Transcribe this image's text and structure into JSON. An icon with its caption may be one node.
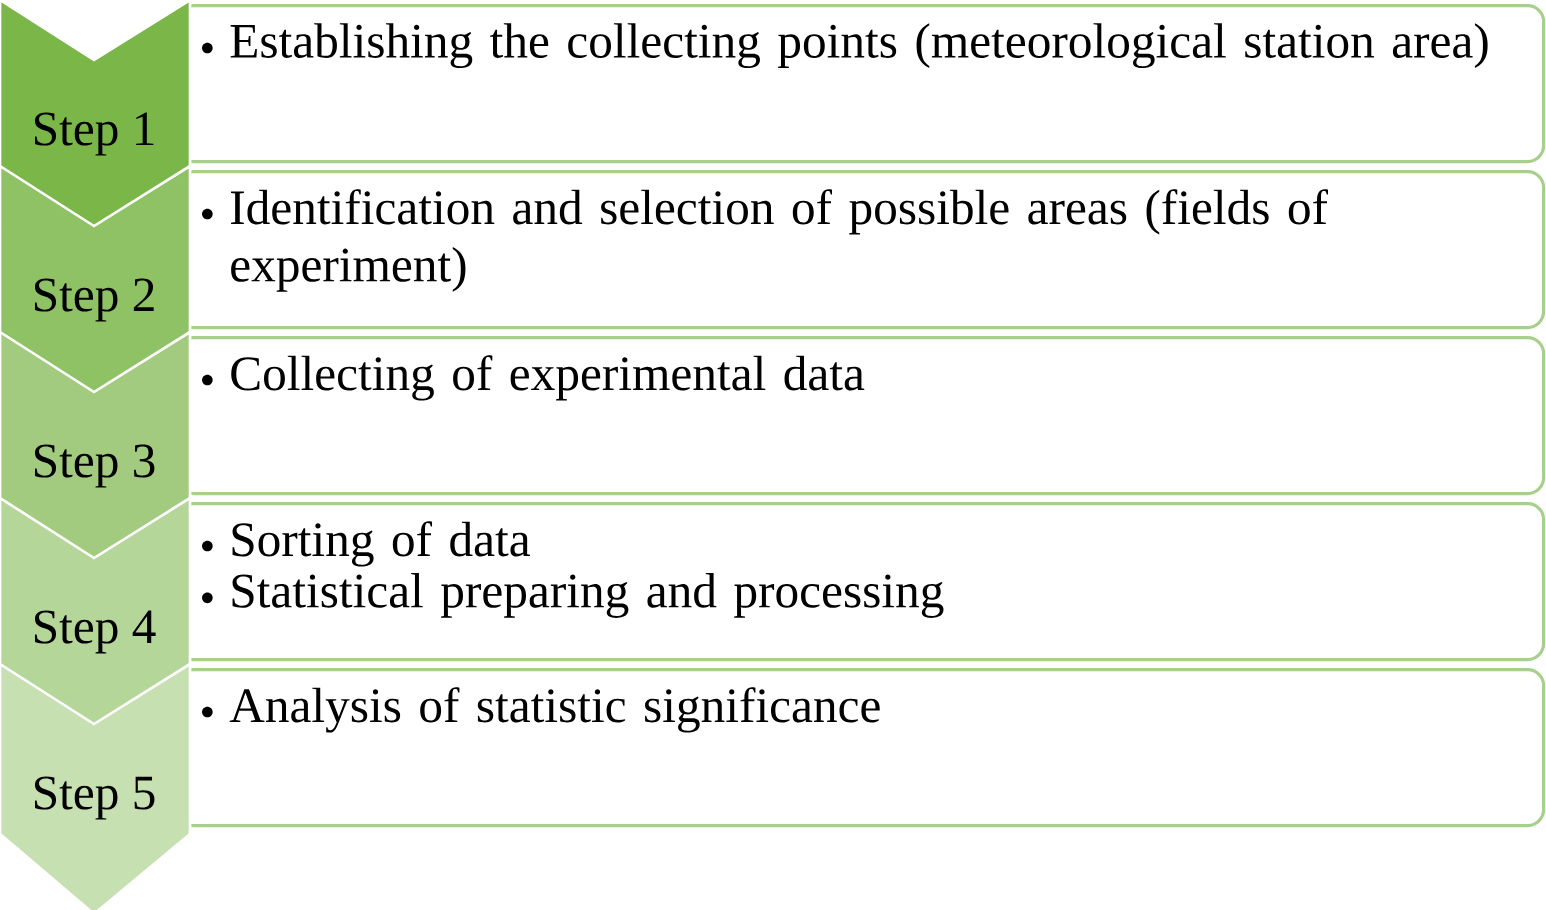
{
  "diagram": {
    "nodes": [
      {
        "text": [
          "Step 1"
        ]
      },
      {
        "text": [
          "Establishing the collecting points (meteorological station area)"
        ]
      },
      {
        "text": [
          "Step 2"
        ]
      },
      {
        "text": [
          "Identification and selection of possible areas (fields of experiment)"
        ]
      },
      {
        "text": [
          "Step 3"
        ]
      },
      {
        "text": [
          "Collecting of experimental data"
        ]
      },
      {
        "text": [
          "Step 4"
        ]
      },
      {
        "text": [
          "Sorting of data",
          "Statistical preparing and processing"
        ]
      },
      {
        "text": [
          "Step 5"
        ]
      },
      {
        "text": [
          "Analysis of statistic significance"
        ]
      }
    ]
  }
}
